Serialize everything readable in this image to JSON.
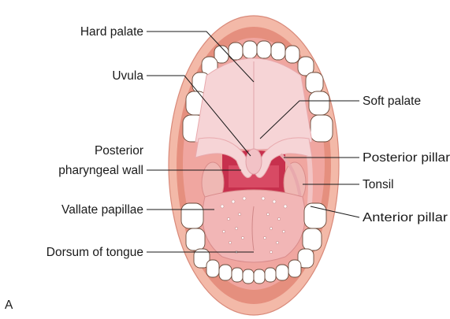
{
  "figure": {
    "panel_letter": "A",
    "labels": {
      "hard_palate": "Hard palate",
      "uvula": "Uvula",
      "posterior_pharyngeal_wall_line1": "Posterior",
      "posterior_pharyngeal_wall_line2": "pharyngeal wall",
      "vallate_papillae": "Vallate papillae",
      "dorsum_of_tongue": "Dorsum of tongue",
      "soft_palate": "Soft palate",
      "posterior_pillar": "Posterior pillar",
      "tonsil": "Tonsil",
      "anterior_pillar": "Anterior pillar"
    },
    "colors": {
      "lip_outer": "#f3b9a8",
      "lip_inner": "#e58f7e",
      "gum": "#f0a6a0",
      "palate": "#f6d4d6",
      "throat": "#c7304d",
      "tongue": "#f2b6b6",
      "tooth": "#ffffff"
    }
  }
}
